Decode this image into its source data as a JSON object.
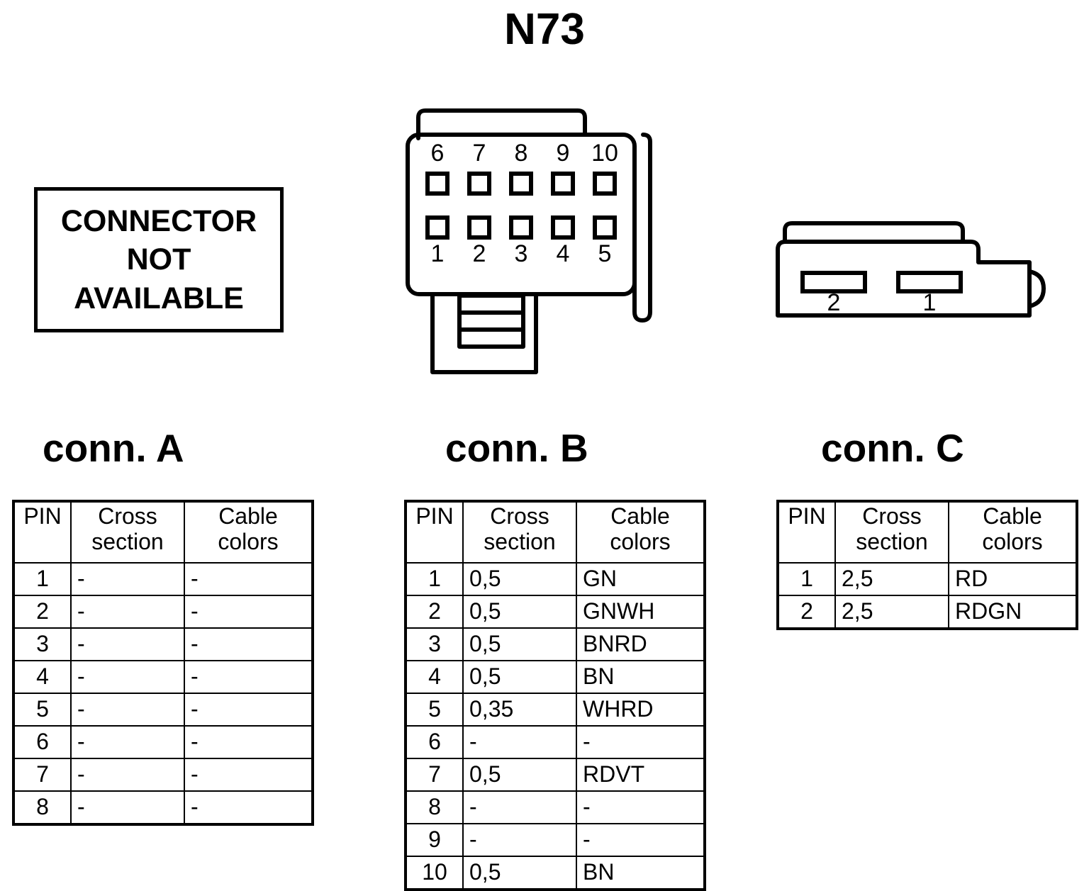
{
  "title": "N73",
  "not_available_box": {
    "lines": [
      "CONNECTOR",
      "NOT",
      "AVAILABLE"
    ]
  },
  "connector_b_drawing": {
    "top_row_pins": [
      "6",
      "7",
      "8",
      "9",
      "10"
    ],
    "bottom_row_pins": [
      "1",
      "2",
      "3",
      "4",
      "5"
    ]
  },
  "connector_c_drawing": {
    "pins": [
      "2",
      "1"
    ]
  },
  "headings": {
    "a": "conn. A",
    "b": "conn. B",
    "c": "conn. C"
  },
  "columns": {
    "pin": "PIN",
    "cross_section_line1": "Cross",
    "cross_section_line2": "section",
    "cable_colors_line1": "Cable",
    "cable_colors_line2": "colors"
  },
  "tables": {
    "a": {
      "rows": [
        {
          "pin": "1",
          "cross": "-",
          "color": "-"
        },
        {
          "pin": "2",
          "cross": "-",
          "color": "-"
        },
        {
          "pin": "3",
          "cross": "-",
          "color": "-"
        },
        {
          "pin": "4",
          "cross": "-",
          "color": "-"
        },
        {
          "pin": "5",
          "cross": "-",
          "color": "-"
        },
        {
          "pin": "6",
          "cross": "-",
          "color": "-"
        },
        {
          "pin": "7",
          "cross": "-",
          "color": "-"
        },
        {
          "pin": "8",
          "cross": "-",
          "color": "-"
        }
      ]
    },
    "b": {
      "rows": [
        {
          "pin": "1",
          "cross": "0,5",
          "color": "GN"
        },
        {
          "pin": "2",
          "cross": "0,5",
          "color": "GNWH"
        },
        {
          "pin": "3",
          "cross": "0,5",
          "color": "BNRD"
        },
        {
          "pin": "4",
          "cross": "0,5",
          "color": "BN"
        },
        {
          "pin": "5",
          "cross": "0,35",
          "color": "WHRD"
        },
        {
          "pin": "6",
          "cross": "-",
          "color": "-"
        },
        {
          "pin": "7",
          "cross": "0,5",
          "color": "RDVT"
        },
        {
          "pin": "8",
          "cross": "-",
          "color": "-"
        },
        {
          "pin": "9",
          "cross": "-",
          "color": "-"
        },
        {
          "pin": "10",
          "cross": "0,5",
          "color": "BN"
        }
      ]
    },
    "c": {
      "rows": [
        {
          "pin": "1",
          "cross": "2,5",
          "color": "RD"
        },
        {
          "pin": "2",
          "cross": "2,5",
          "color": "RDGN"
        }
      ]
    }
  },
  "colors": {
    "ink": "#000000",
    "paper": "#ffffff"
  }
}
